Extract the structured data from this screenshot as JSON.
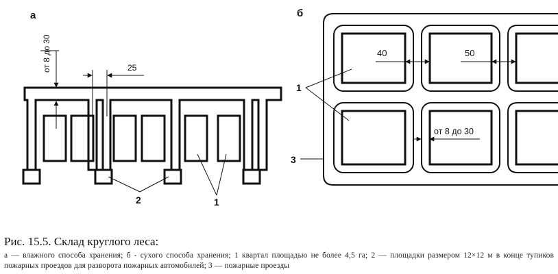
{
  "panel_a": {
    "label": "а",
    "dim_vertical": "от 8 до 30",
    "dim_horizontal": "25",
    "label_2": "2",
    "label_1": "1"
  },
  "panel_b": {
    "label": "б",
    "dim_40": "40",
    "dim_50": "50",
    "dim_8_30": "от 8 до 30",
    "label_1": "1",
    "label_3": "3"
  },
  "caption": {
    "title": "Рис. 15.5. Склад круглого леса:",
    "text": "а — влажного способа хранения; б - сухого способа хранения; 1   квартал площадью не более 4,5 га; 2 — площадки размером 12×12 м в конце тупиков пожарных проездов для разворота пожарных автомобилей; 3 — пожарные проезды"
  }
}
